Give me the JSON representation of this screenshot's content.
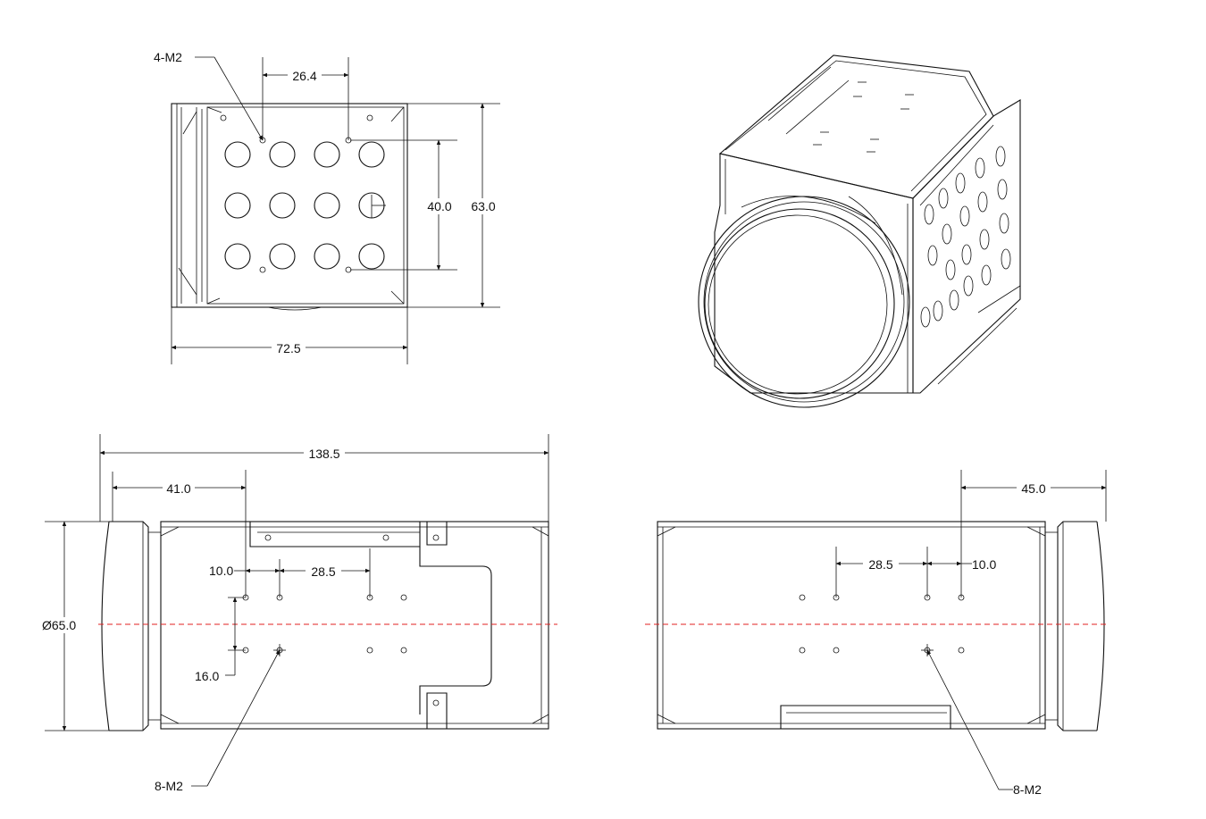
{
  "colors": {
    "line": "#111111",
    "centerline": "#e02020",
    "background": "#ffffff"
  },
  "top_view": {
    "callout": "4-M2",
    "dim_hole_spacing": "26.4",
    "dim_hole_vertical": "40.0",
    "dim_height": "63.0",
    "dim_width": "72.5"
  },
  "side_view_left": {
    "dim_overall_length": "138.5",
    "dim_front_offset": "41.0",
    "dim_hole_gap": "10.0",
    "dim_hole_pitch": "28.5",
    "dim_vertical_gap": "16.0",
    "dim_diameter": "Ø65.0",
    "callout": "8-M2"
  },
  "side_view_right": {
    "dim_rear_offset": "45.0",
    "dim_hole_pitch": "28.5",
    "dim_hole_gap": "10.0",
    "callout": "8-M2"
  }
}
